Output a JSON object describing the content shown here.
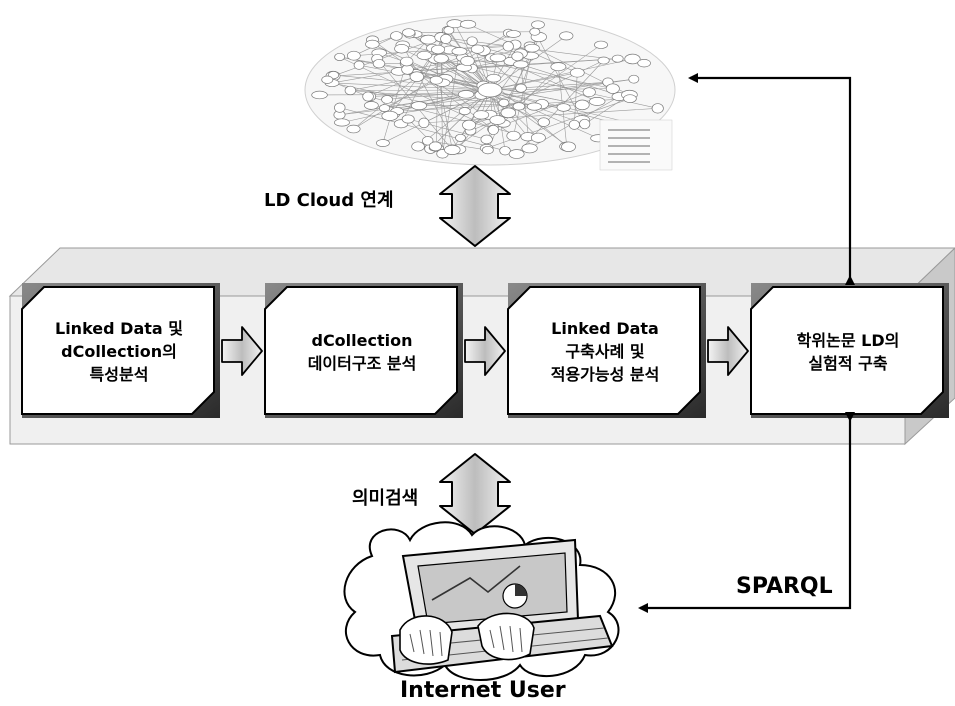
{
  "labels": {
    "ld_cloud": "LD Cloud 연계",
    "semantic_search": "의미검색",
    "sparql": "SPARQL",
    "internet_user": "Internet User"
  },
  "steps": [
    "Linked Data 및\ndCollection의\n특성분석",
    "dCollection\n데이터구조 분석",
    "Linked Data\n구축사례 및\n적용가능성 분석",
    "학위논문 LD의\n실험적 구축"
  ]
}
